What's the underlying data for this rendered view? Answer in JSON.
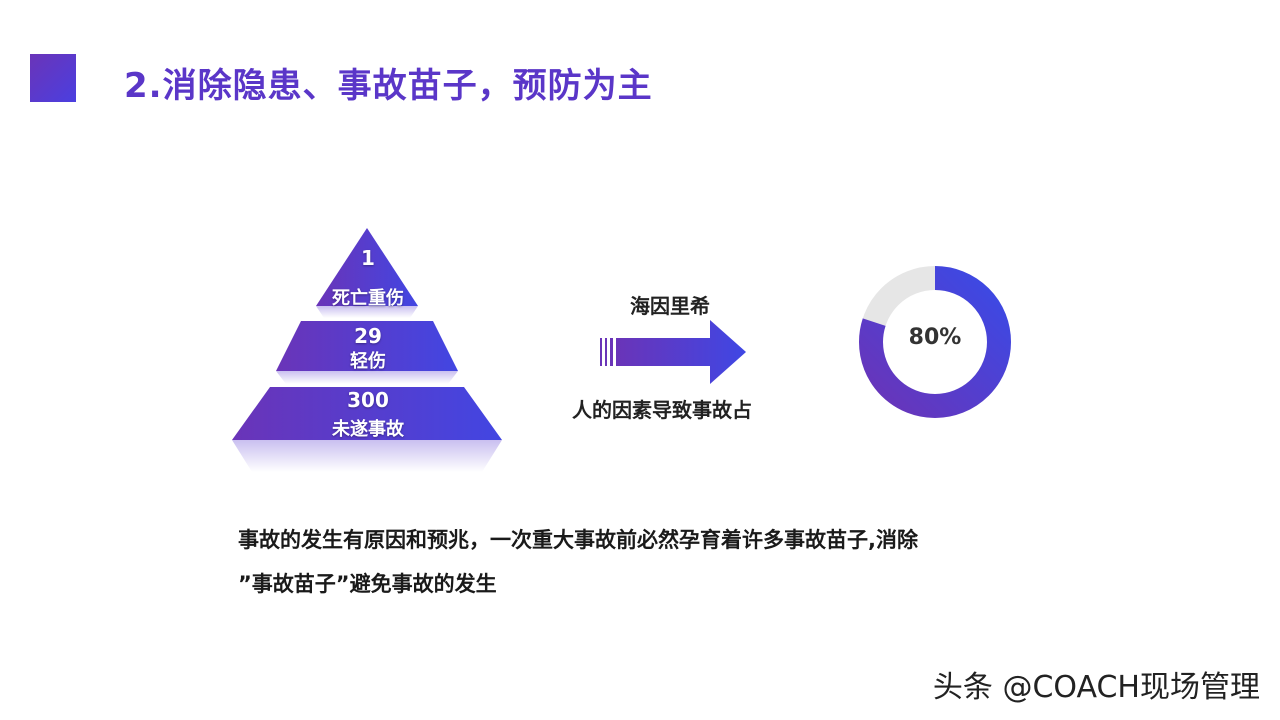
{
  "slide": {
    "title": "2.消除隐患、事故苗子，预防为主"
  },
  "pyramid": {
    "levels": [
      {
        "number": "1",
        "label": "死亡重伤"
      },
      {
        "number": "29",
        "label": "轻伤"
      },
      {
        "number": "300",
        "label": "未遂事故"
      }
    ]
  },
  "arrow": {
    "top_label": "海因里希",
    "bottom_label": "人的因素导致事故占"
  },
  "donut": {
    "label": "80%",
    "value": 0.8,
    "color_start": "#6a34b8",
    "color_end": "#3a4ae6",
    "track_color": "#e6e6e6"
  },
  "body": {
    "line1": "事故的发生有原因和预兆，一次重大事故前必然孕育着许多事故苗子,消除",
    "line2": "”事故苗子”避免事故的发生"
  },
  "watermark": {
    "text": "头条 @COACH现场管理"
  },
  "colors": {
    "accent": "#5a36c8",
    "gradient_start": "#6a34b8",
    "gradient_end": "#4b3fe0"
  }
}
